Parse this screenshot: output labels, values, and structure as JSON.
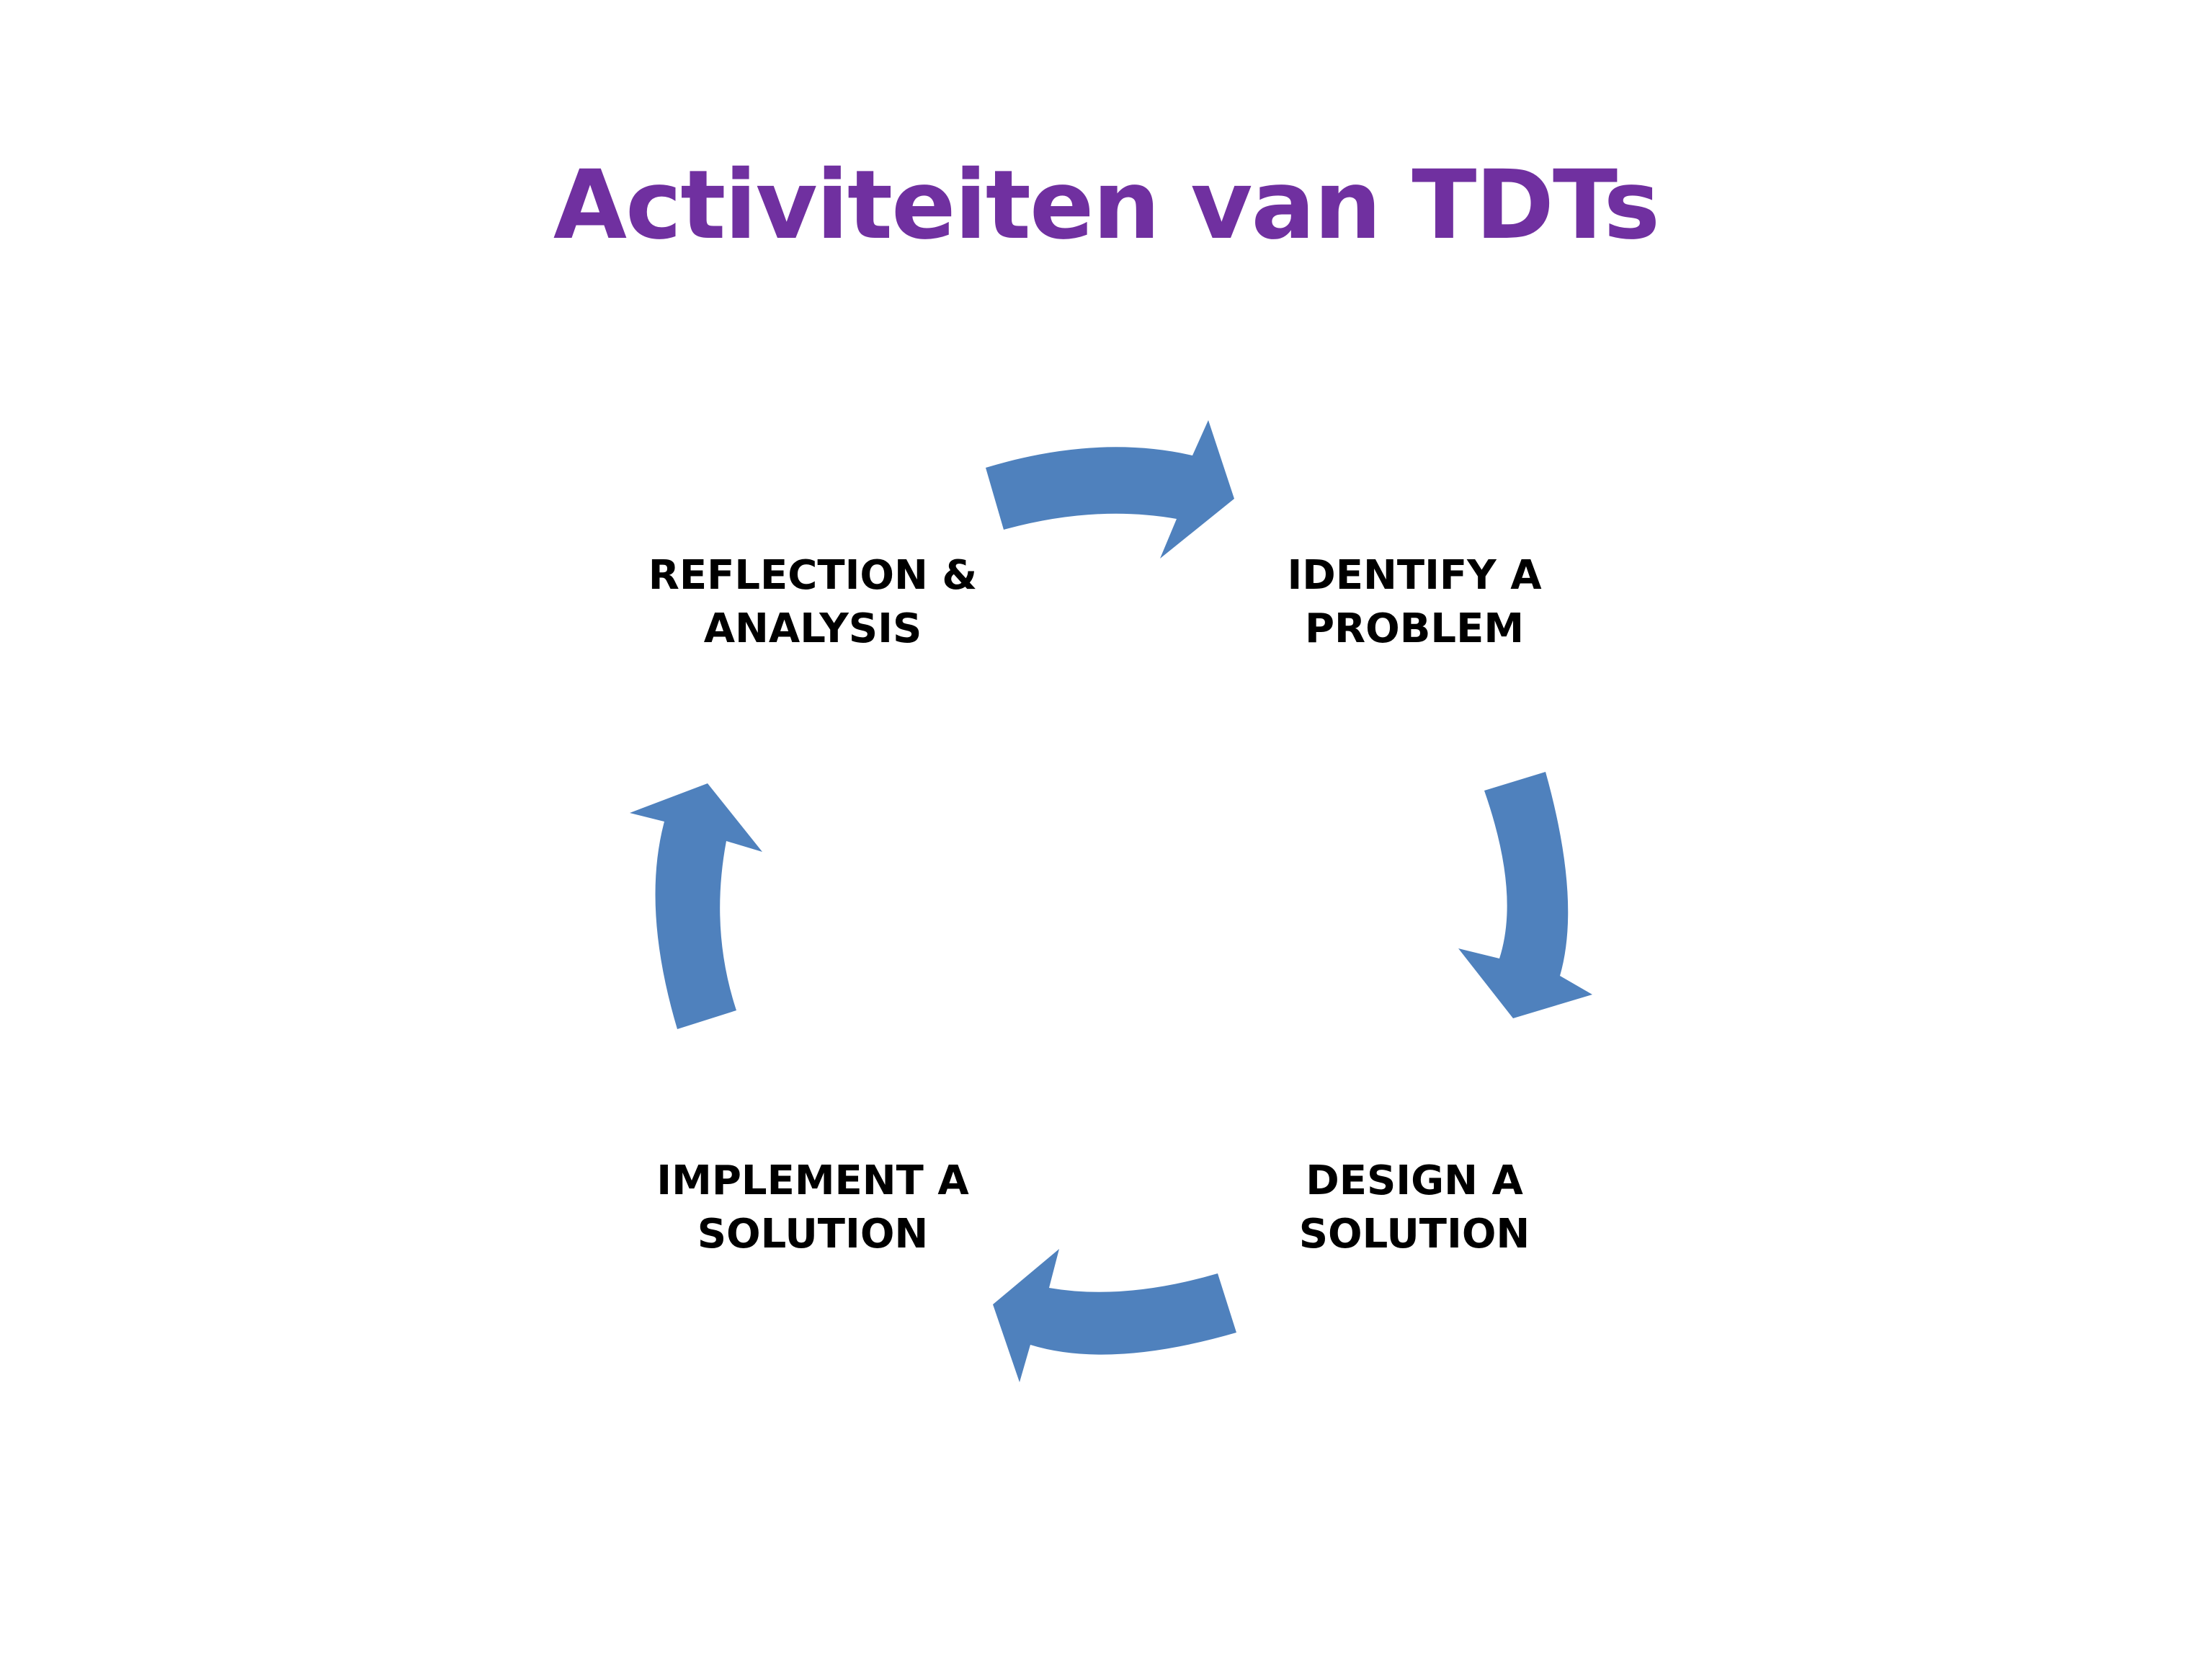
{
  "slide": {
    "title": "Activiteiten van TDTs",
    "title_color": "#7030A0"
  },
  "cycle": {
    "arrow_color": "#4F81BD",
    "steps": [
      {
        "line1": "IDENTIFY A",
        "line2": "PROBLEM"
      },
      {
        "line1": "DESIGN A",
        "line2": "SOLUTION"
      },
      {
        "line1": "IMPLEMENT A",
        "line2": "SOLUTION"
      },
      {
        "line1": "REFLECTION &",
        "line2": "ANALYSIS"
      }
    ]
  }
}
